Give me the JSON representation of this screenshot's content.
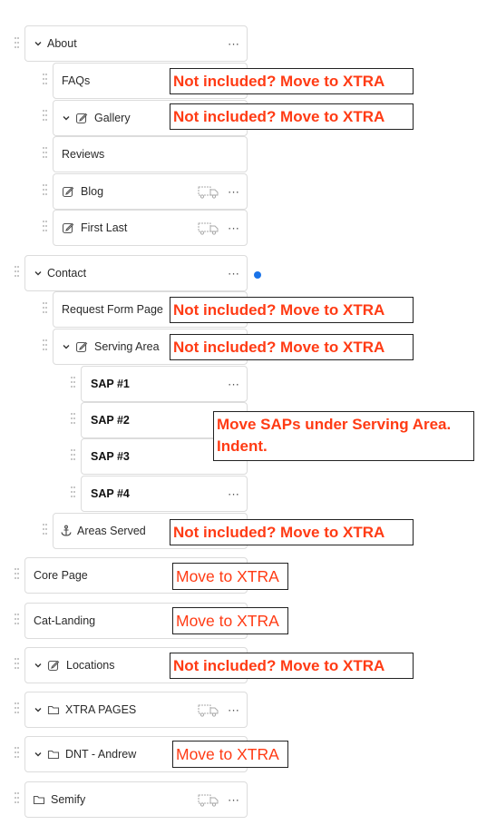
{
  "tree": {
    "about": {
      "label": "About",
      "menu": "···"
    },
    "faqs": {
      "label": "FAQs"
    },
    "gallery": {
      "label": "Gallery"
    },
    "reviews": {
      "label": "Reviews"
    },
    "blog": {
      "label": "Blog",
      "menu": "···"
    },
    "first_last": {
      "label": "First Last",
      "menu": "···"
    },
    "contact": {
      "label": "Contact",
      "menu": "···"
    },
    "request_form": {
      "label": "Request Form Page"
    },
    "serving_area": {
      "label": "Serving Area"
    },
    "sap1": {
      "label": "SAP #1",
      "menu": "···"
    },
    "sap2": {
      "label": "SAP #2"
    },
    "sap3": {
      "label": "SAP #3"
    },
    "sap4": {
      "label": "SAP #4",
      "menu": "···"
    },
    "areas_served": {
      "label": "Areas Served"
    },
    "core_page": {
      "label": "Core Page"
    },
    "cat_landing": {
      "label": "Cat-Landing"
    },
    "locations": {
      "label": "Locations"
    },
    "xtra_pages": {
      "label": "XTRA PAGES",
      "menu": "···"
    },
    "dnt_andrew": {
      "label": "DNT - Andrew"
    },
    "semify": {
      "label": "Semify",
      "menu": "···"
    }
  },
  "notes": {
    "not_included": "Not included? Move to XTRA",
    "move_to_xtra": "Move to XTRA",
    "move_saps_line1": "Move SAPs under Serving Area.",
    "move_saps_line2": "Indent."
  },
  "colors": {
    "annotation": "#ff3b14",
    "status_dot": "#1a73e8",
    "border": "#dcdcdc"
  }
}
